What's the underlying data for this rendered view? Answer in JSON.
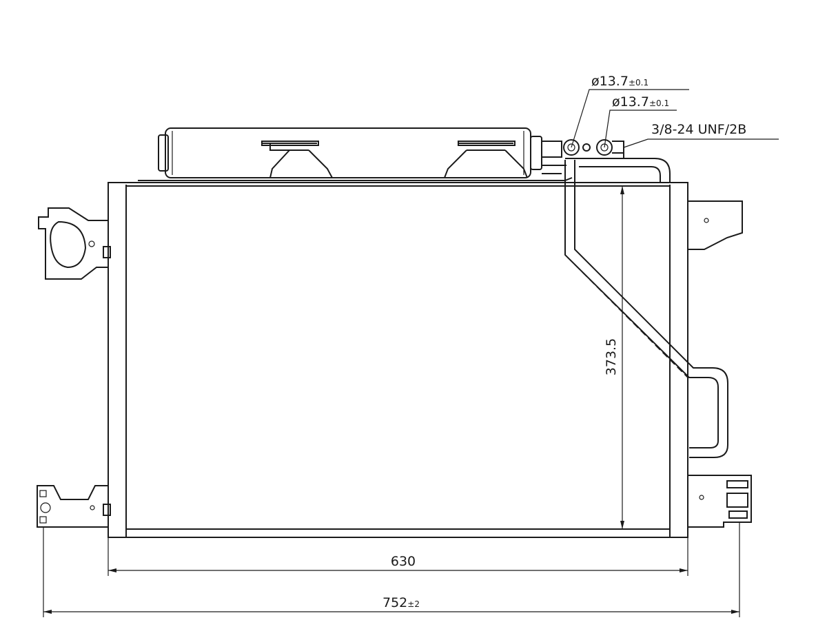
{
  "drawing": {
    "subject": "condenser",
    "dimensions": {
      "core_width": "630",
      "overall_width": "752",
      "overall_width_tolerance": "±2",
      "core_height": "373.5"
    },
    "callouts": {
      "pipe1_diameter": "ø13.7",
      "pipe1_tolerance": "±0.1",
      "pipe2_diameter": "ø13.7",
      "pipe2_tolerance": "±0.1",
      "thread": "3/8-24 UNF/2B"
    }
  }
}
